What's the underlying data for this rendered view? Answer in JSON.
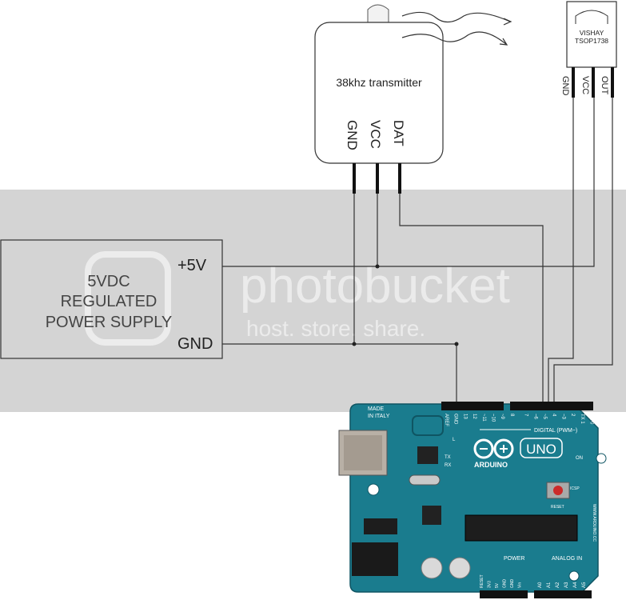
{
  "transmitter": {
    "title": "38khz transmitter",
    "pins": [
      "GND",
      "VCC",
      "DAT"
    ]
  },
  "receiver": {
    "brand": "VISHAY",
    "model": "TSOP1738",
    "pins": [
      "GND",
      "VCC",
      "OUT"
    ]
  },
  "power_supply": {
    "line1": "5VDC",
    "line2": "REGULATED",
    "line3": "POWER SUPPLY",
    "plus_label": "+5V",
    "gnd_label": "GND"
  },
  "watermark": {
    "brand": "photobucket",
    "tagline": "host. store. share."
  },
  "arduino": {
    "made_in": "MADE",
    "in_italy": "IN ITALY",
    "header_pins": [
      "AREF",
      "GND",
      "13",
      "12",
      "~11",
      "~10",
      "~9",
      "8",
      "7",
      "~6",
      "~5",
      "4",
      "~3",
      "2",
      "TX 1",
      "RX 0"
    ],
    "digital_label": "DIGITAL (PWM~)",
    "tx": "TX",
    "rx": "RX",
    "l": "L",
    "brand": "ARDUINO",
    "model": "UNO",
    "on": "ON",
    "reset": "RESET",
    "icsp": "ICSP",
    "power_label": "POWER",
    "analog_label": "ANALOG IN",
    "power_pins": [
      "RESET",
      "3V3",
      "5V",
      "GND",
      "GND",
      "Vin"
    ],
    "analog_pins": [
      "A0",
      "A1",
      "A2",
      "A3",
      "A4",
      "A5"
    ],
    "url": "WWW.ARDUINO.CC"
  },
  "colors": {
    "board": "#1a7c8e",
    "band": "#d3d3d3",
    "wire": "#333333"
  }
}
